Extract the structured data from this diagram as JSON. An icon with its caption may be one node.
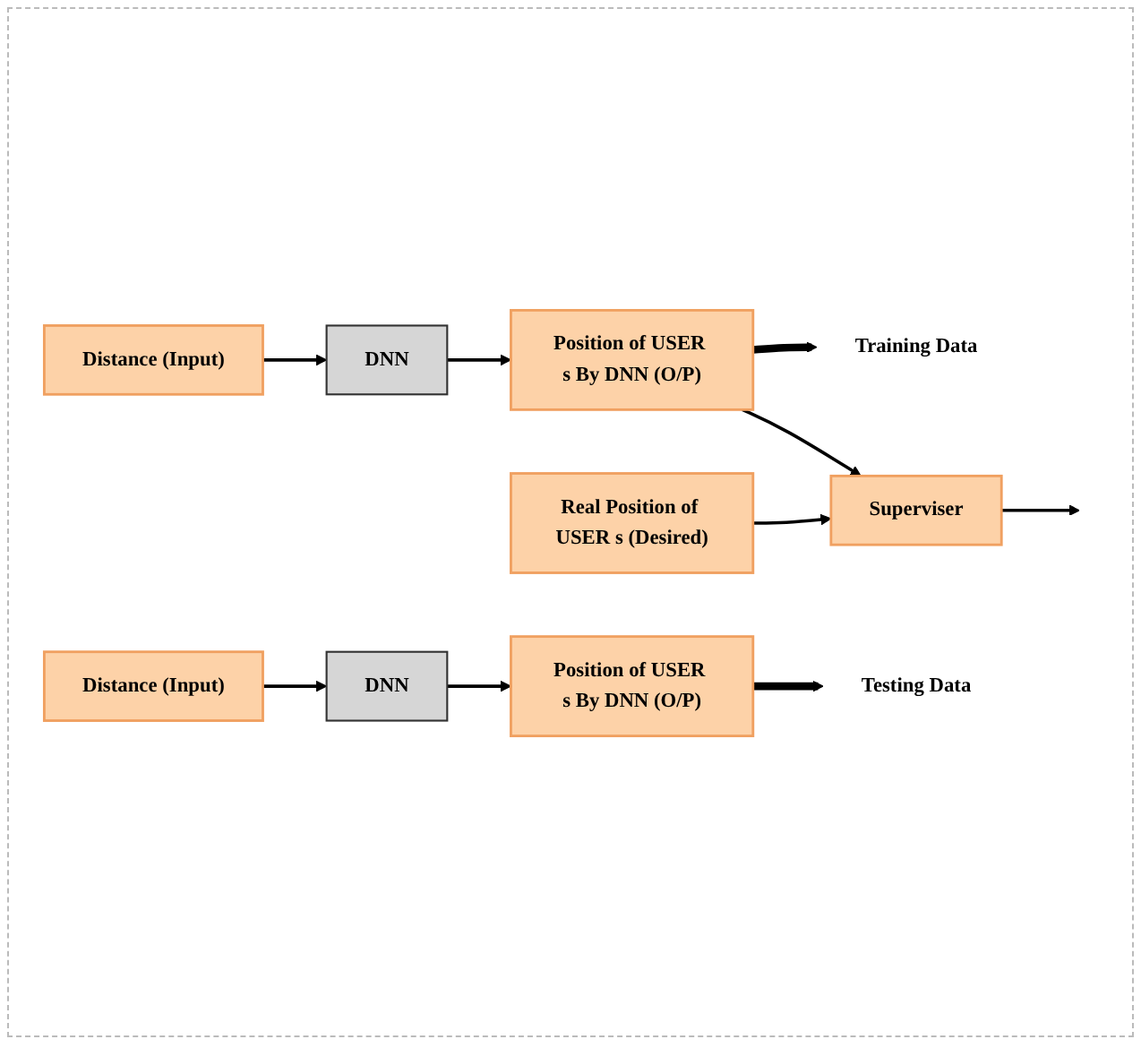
{
  "diagram": {
    "nodes": [
      {
        "text": [
          "Distance (Input)"
        ]
      },
      {
        "text": [
          "DNN"
        ]
      },
      {
        "text": [
          "Position of USER s By DNN (O/P)"
        ]
      },
      {
        "text": [
          "Training Data"
        ]
      },
      {
        "text": [
          "Superviser"
        ]
      },
      {
        "text": [
          "Real Position of USER s (Desired)"
        ]
      },
      {
        "text": [
          "Distance (Input)"
        ]
      },
      {
        "text": [
          "DNN"
        ]
      },
      {
        "text": [
          "Position of USER s By DNN (O/P)"
        ]
      },
      {
        "text": [
          "Testing Data"
        ]
      }
    ],
    "edges": [
      {
        "from": 0,
        "to": 1,
        "arrow": "to"
      },
      {
        "from": 1,
        "to": 2,
        "arrow": "to"
      },
      {
        "from": 2,
        "to": 3,
        "arrow": "to",
        "style": "thick"
      },
      {
        "from": 2,
        "to": 4,
        "arrow": "to"
      },
      {
        "from": 5,
        "to": 4,
        "arrow": "to"
      },
      {
        "from": 4,
        "to": null,
        "arrow": "to"
      },
      {
        "from": 6,
        "to": 7,
        "arrow": "to"
      },
      {
        "from": 7,
        "to": 8,
        "arrow": "to"
      },
      {
        "from": 8,
        "to": 9,
        "arrow": "to",
        "style": "thick"
      }
    ]
  }
}
